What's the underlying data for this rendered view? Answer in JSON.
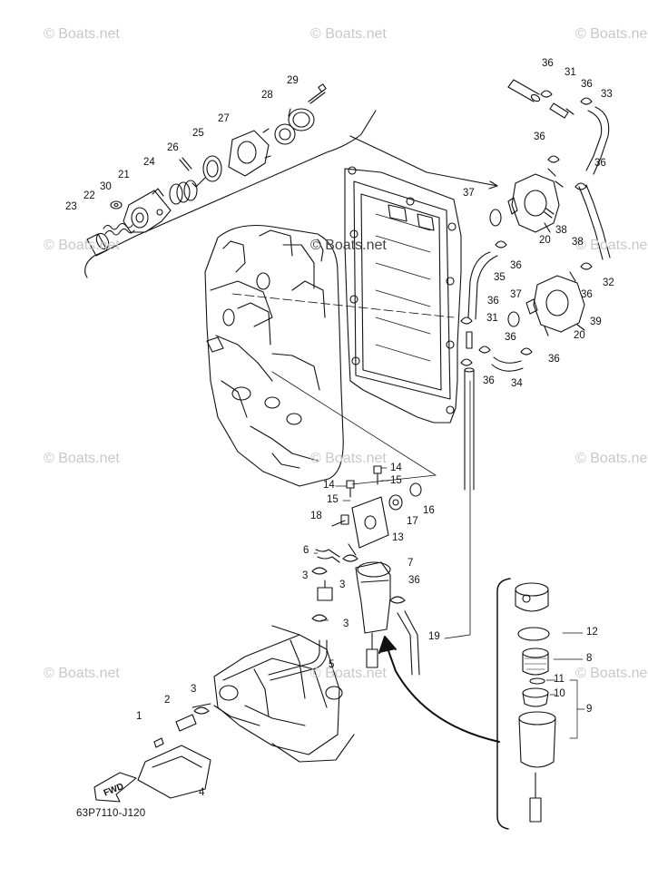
{
  "watermark": "© Boats.net",
  "diagram_code": "63P7110-J120",
  "fwd_label": "FWD",
  "callouts": [
    "1",
    "2",
    "3",
    "3",
    "3",
    "3",
    "4",
    "5",
    "6",
    "7",
    "8",
    "9",
    "10",
    "11",
    "12",
    "13",
    "14",
    "14",
    "15",
    "15",
    "16",
    "17",
    "18",
    "19",
    "20",
    "20",
    "21",
    "22",
    "23",
    "24",
    "25",
    "26",
    "27",
    "28",
    "29",
    "30",
    "31",
    "31",
    "32",
    "33",
    "34",
    "35",
    "36",
    "36",
    "36",
    "36",
    "36",
    "36",
    "36",
    "36",
    "36",
    "36",
    "36",
    "37",
    "37",
    "38",
    "38",
    "39"
  ]
}
